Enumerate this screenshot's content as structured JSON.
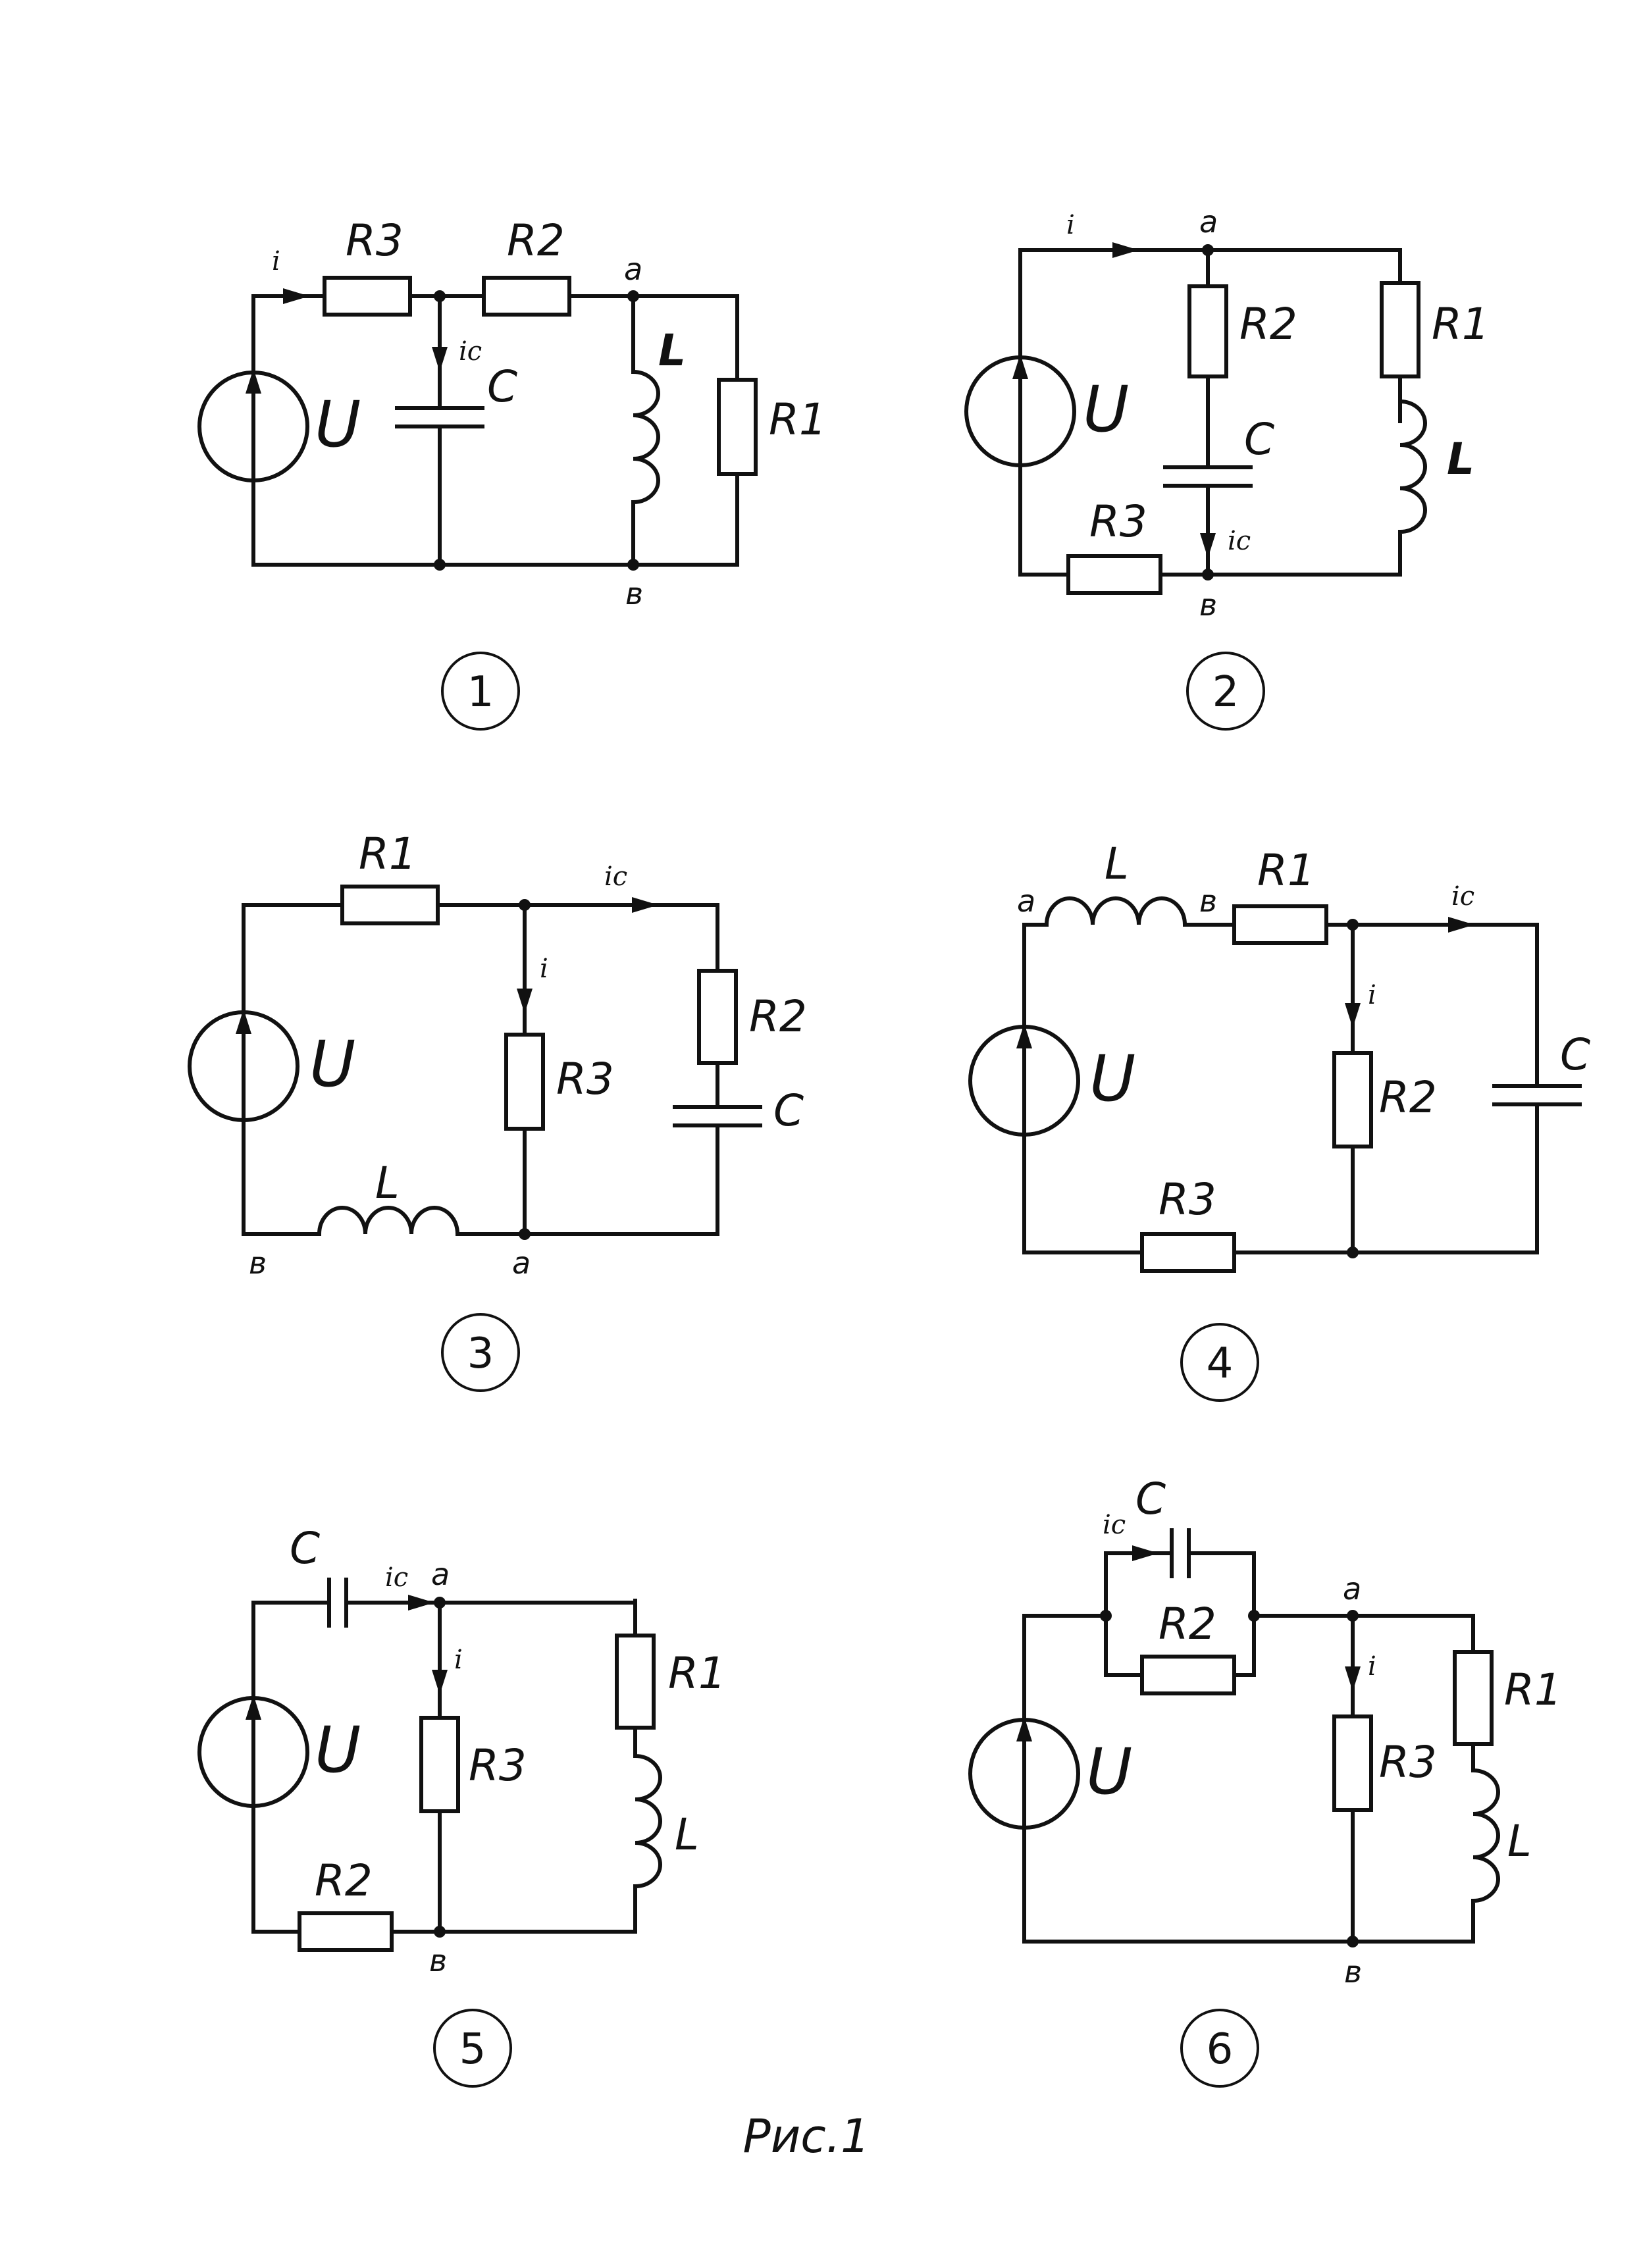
{
  "labels": {
    "R1": "R1",
    "R2": "R2",
    "R3": "R3",
    "L": "L",
    "C": "С",
    "U": "U",
    "i": "i",
    "ic": "iс",
    "a": "a",
    "b": "в"
  },
  "circuits": [
    {
      "number": "1"
    },
    {
      "number": "2"
    },
    {
      "number": "3"
    },
    {
      "number": "4"
    },
    {
      "number": "5"
    },
    {
      "number": "6"
    }
  ],
  "caption": "Рис.1"
}
